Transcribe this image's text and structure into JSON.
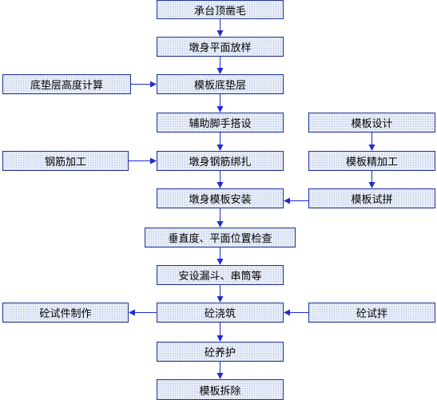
{
  "colors": {
    "line": "#1f2bd0",
    "border": "#1f2f8f",
    "fill": "#e8eef8"
  },
  "steps": {
    "s1": "承台顶凿毛",
    "s2": "墩身平面放样",
    "s3": "模板底垫层",
    "s4": "辅助脚手搭设",
    "s5": "墩身钢筋绑扎",
    "s6": "墩身模板安装",
    "s7": "垂直度、平面位置检查",
    "s8": "安设漏斗、串筒等",
    "s9": "砼浇筑",
    "s10": "砼养护",
    "s11": "模板拆除",
    "left1": "底垫层高度计算",
    "left2": "钢筋加工",
    "left3": "砼试件制作",
    "right1": "模板设计",
    "right2": "模板精加工",
    "right3": "模板试拼",
    "right4": "砼试拌"
  }
}
